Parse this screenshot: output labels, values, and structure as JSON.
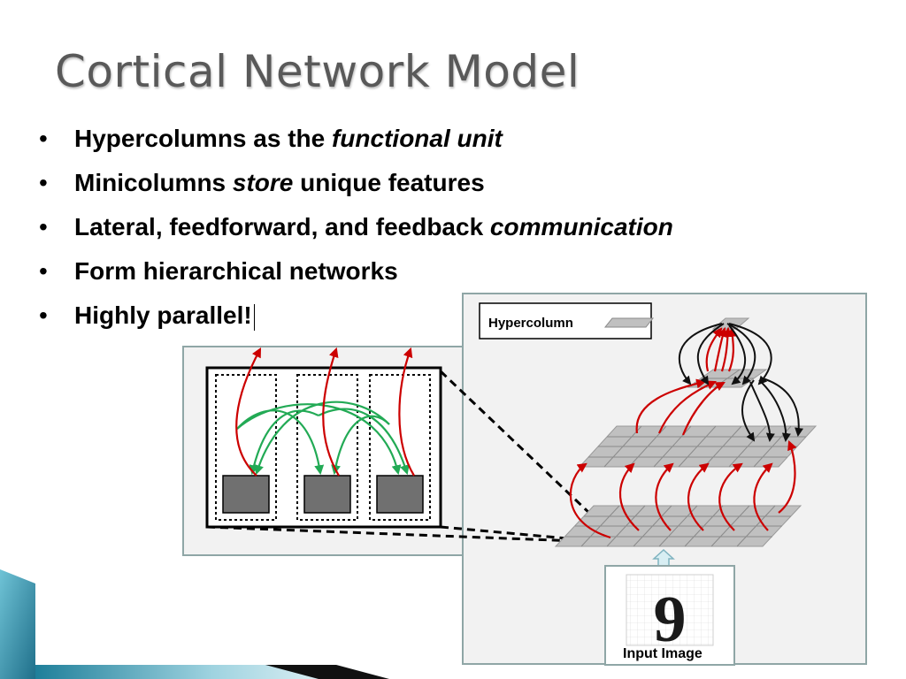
{
  "slide": {
    "title": "Cortical Network Model",
    "bullets": [
      {
        "text": "Hypercolumns as the ",
        "em": "functional unit",
        "tail": ""
      },
      {
        "text": "Minicolumns ",
        "em": "store",
        "tail": " unique features"
      },
      {
        "text": "Lateral, feedforward, and feedback ",
        "em": "communication",
        "tail": ""
      },
      {
        "text": "Form hierarchical networks",
        "em": "",
        "tail": ""
      },
      {
        "text": "Highly parallel!",
        "em": "",
        "tail": ""
      }
    ],
    "bullet_char": "•"
  },
  "diagram": {
    "legend_label": "Hypercolumn",
    "input_label": "Input Image",
    "digit": "9",
    "colors": {
      "feedforward": "#cc0000",
      "lateral": "#22aa55",
      "feedback": "#111111",
      "panel_border": "#8fa6a6",
      "layer_fill": "#c0c0c0",
      "minicolumn_fill": "#707070",
      "theme_teal": "#1f7f9a"
    }
  }
}
